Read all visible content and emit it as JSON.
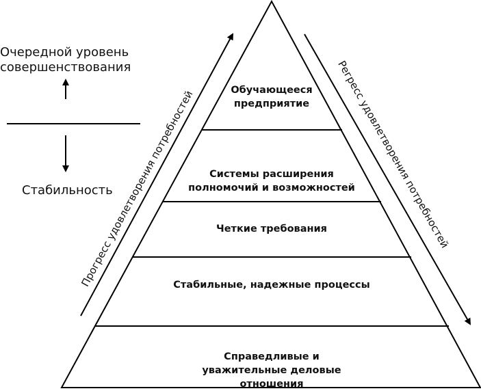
{
  "left_panel": {
    "next_level": "Очередной уровень совершенствования",
    "stability": "Стабильность"
  },
  "arrows": {
    "progress": "Прогресс удовлетворения потребностей",
    "regress": "Регресс удовлетворения потребностей"
  },
  "pyramid": {
    "levels": [
      {
        "label": "Обучающееся предприятие"
      },
      {
        "label": "Системы расширения полномочий и возможностей"
      },
      {
        "label": "Четкие требования"
      },
      {
        "label": "Стабильные, надежные процессы"
      },
      {
        "label": "Справедливые и уважительные деловые отношения"
      }
    ]
  }
}
